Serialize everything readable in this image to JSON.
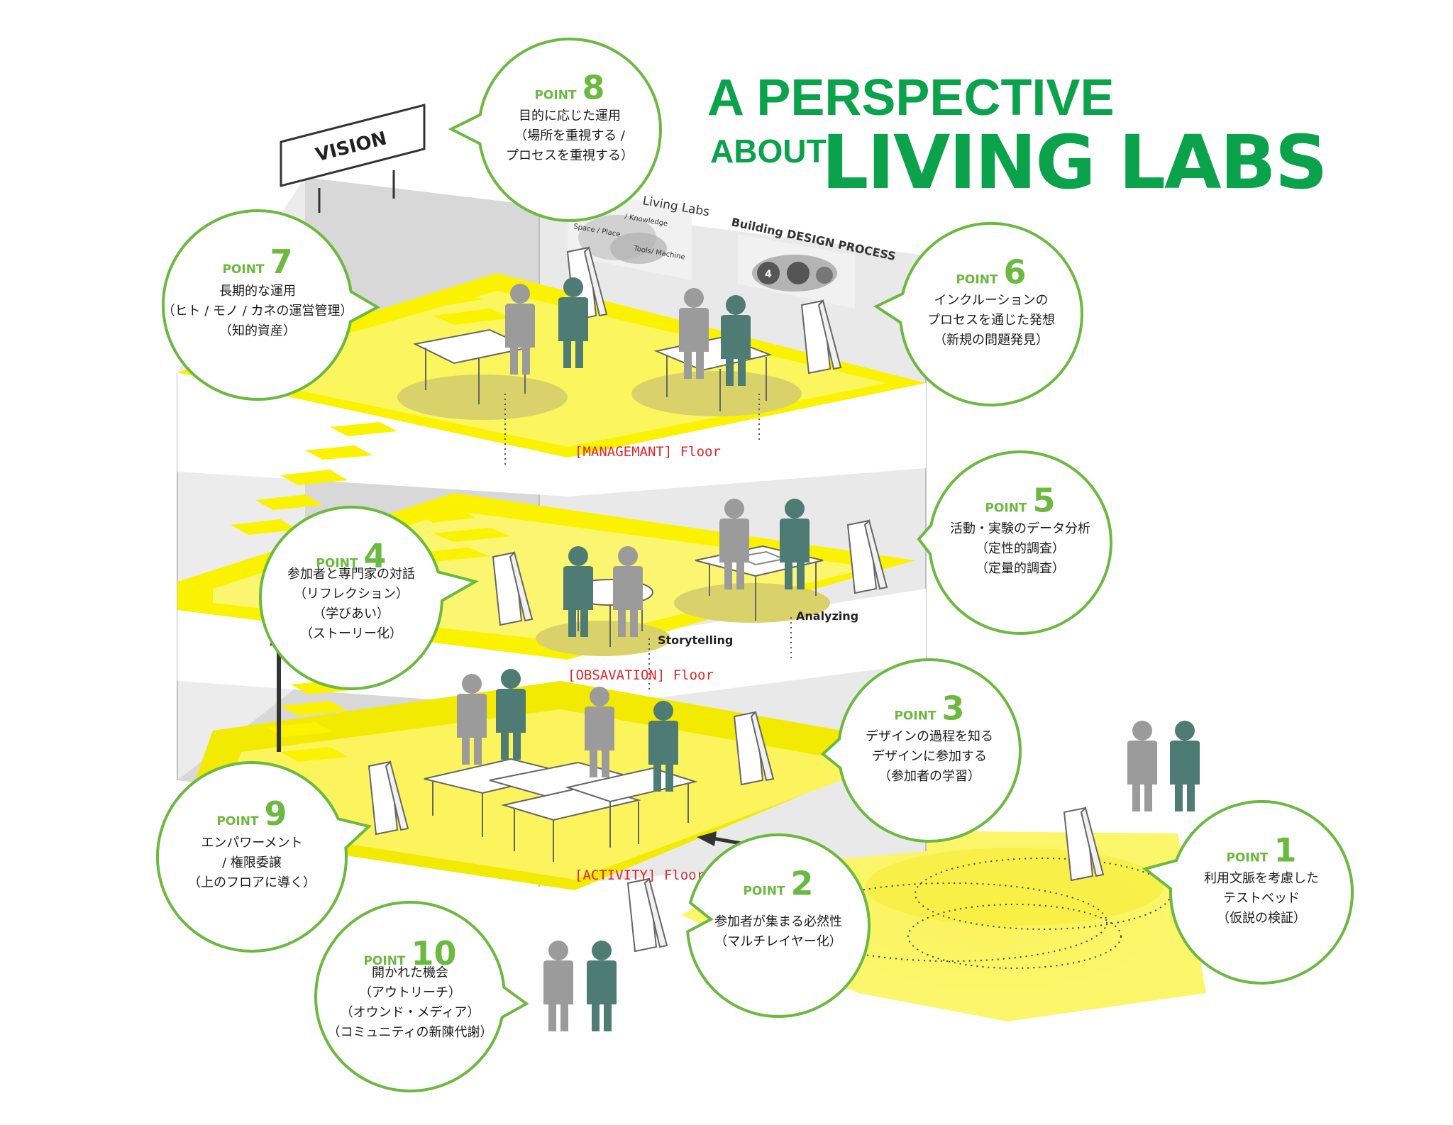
{
  "title": {
    "line1": "A PERSPECTIVE",
    "about": "ABOUT",
    "line2": "LIVING LABS"
  },
  "vision_sign": "VISION",
  "floors": {
    "management": "[MANAGEMANT] Floor",
    "observation": "[OBSAVATION] Floor",
    "activity": "[ACTIVITY] Floor"
  },
  "activities": {
    "analyzing": "Analyzing",
    "storytelling": "Storytelling"
  },
  "posters": {
    "living_labs": {
      "title": "Living Labs",
      "knowledge": "/ Knowledge",
      "space": "Space / Place",
      "tools": "Tools/ Machine"
    },
    "design_process": {
      "title": "Building DESIGN PROCESS",
      "step": "4"
    }
  },
  "point_word": "POINT",
  "points": [
    {
      "num": "1",
      "lines": [
        "利用文脈を考慮した",
        "テストベッド",
        "（仮説の検証）"
      ]
    },
    {
      "num": "2",
      "lines": [
        "参加者が集まる必然性",
        "（マルチレイヤー化）"
      ]
    },
    {
      "num": "3",
      "lines": [
        "デザインの過程を知る",
        "デザインに参加する",
        "（参加者の学習）"
      ]
    },
    {
      "num": "4",
      "lines": [
        "参加者と専門家の対話",
        "（リフレクション）",
        "（学びあい）",
        "（ストーリー化）"
      ]
    },
    {
      "num": "5",
      "lines": [
        "活動・実験のデータ分析",
        "（定性的調査）",
        "（定量的調査）"
      ]
    },
    {
      "num": "6",
      "lines": [
        "インクルーションの",
        "プロセスを通じた発想",
        "（新規の問題発見）"
      ]
    },
    {
      "num": "7",
      "lines": [
        "長期的な運用",
        "（ヒト / モノ / カネの運営管理）",
        "（知的資産）"
      ]
    },
    {
      "num": "8",
      "lines": [
        "目的に応じた運用",
        "（場所を重視する /",
        "プロセスを重視する）"
      ]
    },
    {
      "num": "9",
      "lines": [
        "エンパワーメント",
        "/ 権限委譲",
        "（上のフロアに導く）"
      ]
    },
    {
      "num": "10",
      "lines": [
        "開かれた機会",
        "（アウトリーチ）",
        "（オウンド・メディア）",
        "（コミュニティの新陳代謝）"
      ]
    }
  ],
  "colors": {
    "green": "#0aa24b",
    "bubble_border": "#6cb93f",
    "floor_yellow": "#fbf200",
    "person_gray": "#9b9b9b",
    "person_teal": "#4e7c74",
    "floor_label_red": "#e3262c"
  }
}
